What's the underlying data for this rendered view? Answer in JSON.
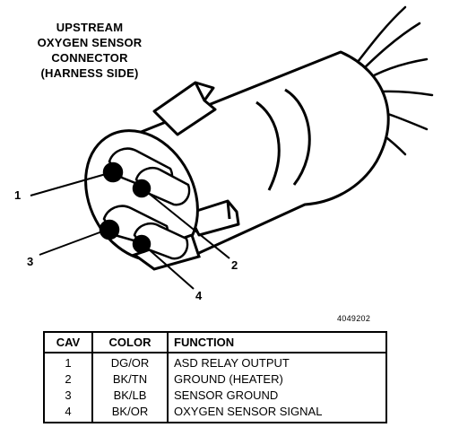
{
  "title": {
    "line1": "UPSTREAM",
    "line2": "OXYGEN SENSOR",
    "line3": "CONNECTOR",
    "line4": "(HARNESS SIDE)"
  },
  "callouts": [
    "1",
    "2",
    "3",
    "4"
  ],
  "figure_id": "4049202",
  "table": {
    "headers": [
      "CAV",
      "COLOR",
      "FUNCTION"
    ],
    "rows": [
      {
        "cav": "1",
        "color": "DG/OR",
        "function": "ASD RELAY OUTPUT"
      },
      {
        "cav": "2",
        "color": "BK/TN",
        "function": "GROUND (HEATER)"
      },
      {
        "cav": "3",
        "color": "BK/LB",
        "function": "SENSOR GROUND"
      },
      {
        "cav": "4",
        "color": "BK/OR",
        "function": "OXYGEN SENSOR SIGNAL"
      }
    ]
  }
}
